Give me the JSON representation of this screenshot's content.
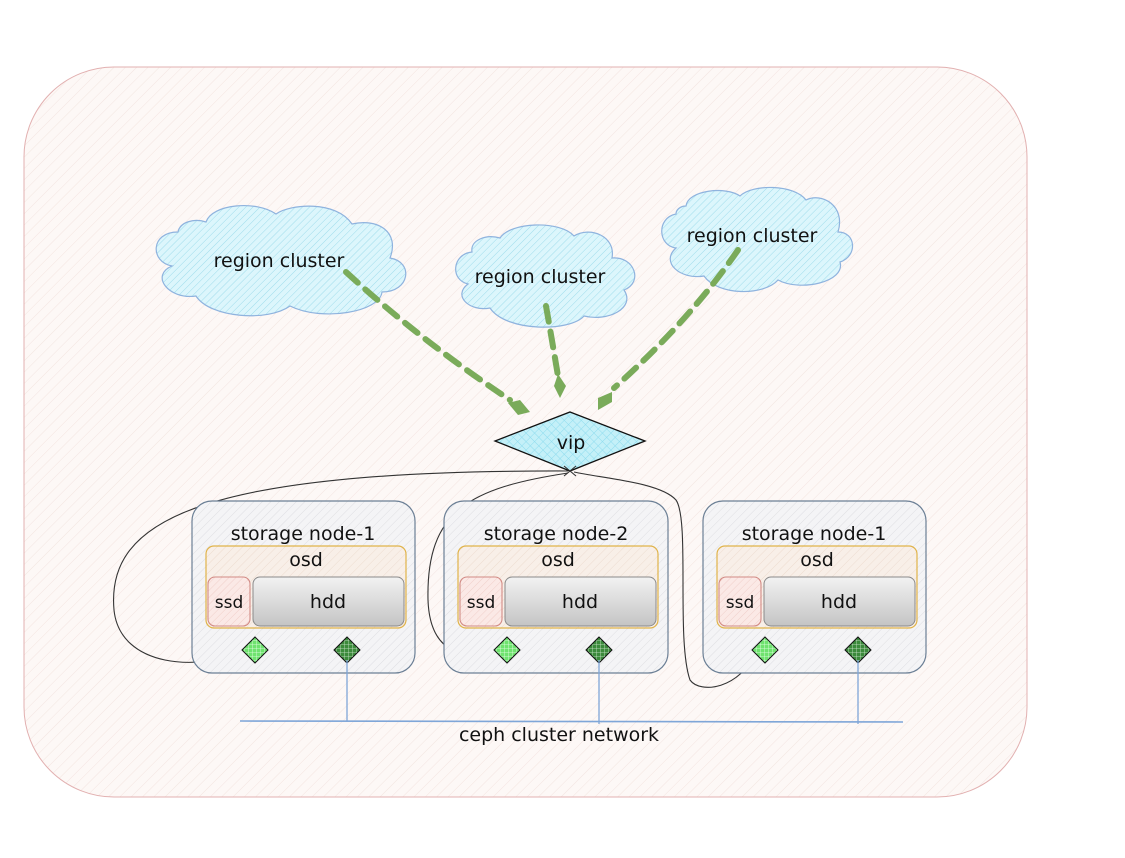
{
  "diagram": {
    "colors": {
      "frame_stroke": "#e2b0b0",
      "frame_fill": "#fdf8f6",
      "cloud_stroke": "#8fb3de",
      "cloud_fill": "#d6f3fb",
      "vip_fill": "#c8f1f8",
      "dash_green": "#7aab5a",
      "node_stroke": "#6b7f95",
      "osd_stroke": "#e0b34a",
      "ssd_stroke": "#d28b85",
      "hdd_fill": "#d9d9d9",
      "port_light": "#7ee87e",
      "port_dark": "#3f8a3f",
      "network_line": "#7fa6d8"
    },
    "clouds": [
      {
        "id": "region-cluster-1",
        "label": "region cluster"
      },
      {
        "id": "region-cluster-2",
        "label": "region cluster"
      },
      {
        "id": "region-cluster-3",
        "label": "region cluster"
      }
    ],
    "vip": {
      "label": "vip"
    },
    "nodes": [
      {
        "title": "storage node-1",
        "osd": "osd",
        "ssd": "ssd",
        "hdd": "hdd"
      },
      {
        "title": "storage node-2",
        "osd": "osd",
        "ssd": "ssd",
        "hdd": "hdd"
      },
      {
        "title": "storage node-1",
        "osd": "osd",
        "ssd": "ssd",
        "hdd": "hdd"
      }
    ],
    "network": {
      "label": "ceph cluster network"
    },
    "edges": [
      {
        "from": "region-cluster-1",
        "to": "vip",
        "style": "dashed-green"
      },
      {
        "from": "region-cluster-2",
        "to": "vip",
        "style": "dashed-green"
      },
      {
        "from": "region-cluster-3",
        "to": "vip",
        "style": "dashed-green"
      },
      {
        "from": "node-1-public-port",
        "to": "vip",
        "style": "thin-curve"
      },
      {
        "from": "node-2-public-port",
        "to": "vip",
        "style": "thin-curve"
      },
      {
        "from": "node-3-public-port",
        "to": "vip",
        "style": "thin-curve"
      },
      {
        "from": "node-1-cluster-port",
        "to": "ceph-cluster-network",
        "style": "blue-line"
      },
      {
        "from": "node-2-cluster-port",
        "to": "ceph-cluster-network",
        "style": "blue-line"
      },
      {
        "from": "node-3-cluster-port",
        "to": "ceph-cluster-network",
        "style": "blue-line"
      }
    ]
  }
}
